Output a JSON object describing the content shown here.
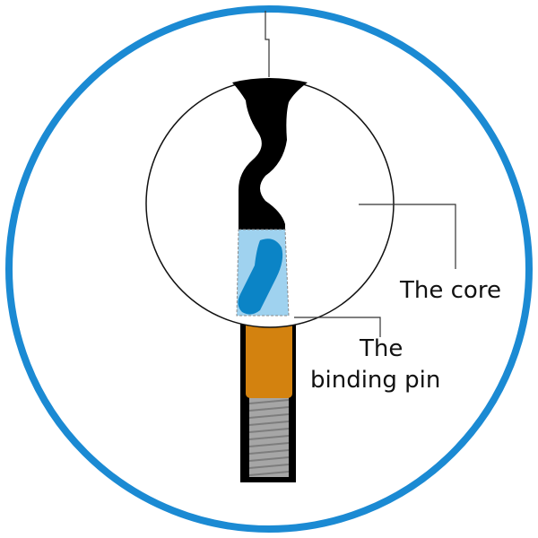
{
  "labels": {
    "core": "The core",
    "binding_pin_line1": "The",
    "binding_pin_line2": "binding pin"
  },
  "colors": {
    "outer_ring": "#1b8ad3",
    "background": "#ffffff",
    "core_outline": "#111111",
    "key_blade": "#000000",
    "key_pin_light": "#9fd2ef",
    "key_pin_dark": "#0b84c6",
    "binding_pin": "#d3820f",
    "spring": "#a6a6a6",
    "leader_line": "#333333"
  }
}
